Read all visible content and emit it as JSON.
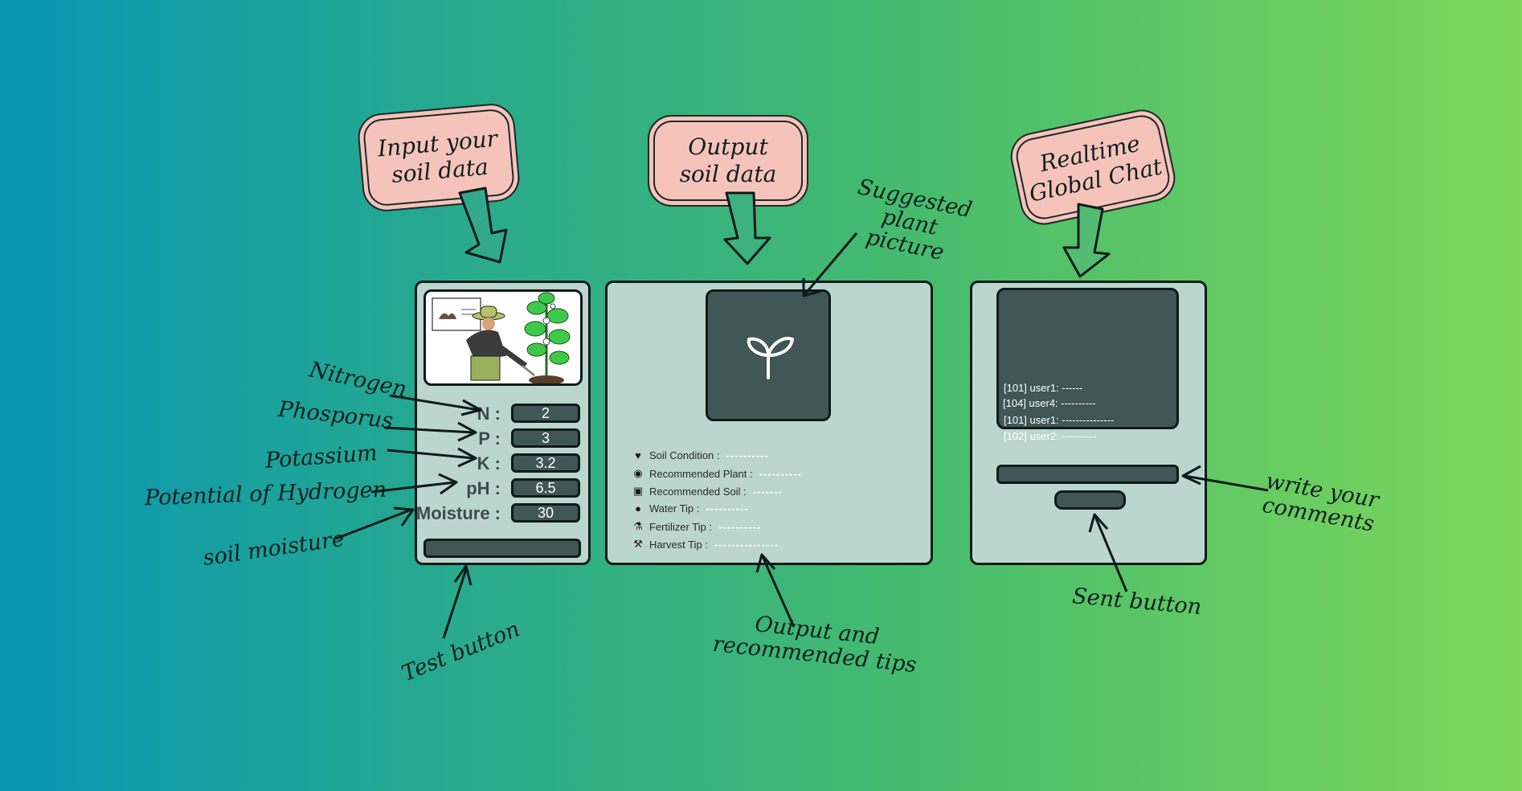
{
  "bubbles": {
    "input": "Input your\nsoil data",
    "output": "Output\nsoil data",
    "chat": "Realtime\nGlobal Chat"
  },
  "annotations": {
    "nitrogen": "Nitrogen",
    "phosphorus": "Phosporus",
    "potassium": "Potassium",
    "ph": "Potential of Hydrogen",
    "moisture": "soil moisture",
    "test_button": "Test button",
    "suggested_plant": "Suggested\nplant\npicture",
    "output_tips": "Output and\nrecommended tips",
    "write_comments": "write your\ncomments",
    "sent_button": "Sent button"
  },
  "input_panel": {
    "fields": [
      {
        "label": "N :",
        "value": "2"
      },
      {
        "label": "P :",
        "value": "3"
      },
      {
        "label": "K :",
        "value": "3.2"
      },
      {
        "label": "pH :",
        "value": "6.5"
      },
      {
        "label": "Moisture :",
        "value": "30"
      }
    ]
  },
  "output_panel": {
    "plant_icon": "sprout-icon",
    "rows": [
      {
        "icon": "heart-icon",
        "label": "Soil Condition :",
        "value": "----------"
      },
      {
        "icon": "lightbulb-icon",
        "label": "Recommended Plant :",
        "value": "----------"
      },
      {
        "icon": "soil-bag-icon",
        "label": "Recommended Soil :",
        "value": "-------"
      },
      {
        "icon": "water-drop-icon",
        "label": "Water Tip :",
        "value": "----------"
      },
      {
        "icon": "fertilizer-icon",
        "label": "Fertilizer Tip :",
        "value": "----------"
      },
      {
        "icon": "harvest-icon",
        "label": "Harvest Tip :",
        "value": "---------------"
      }
    ]
  },
  "chat_panel": {
    "messages": [
      {
        "text": "[101] user1: ------"
      },
      {
        "text": "[104] user4: ----------"
      },
      {
        "text": "[101] user1: ---------------"
      },
      {
        "text": "[102] user2: ----------"
      }
    ]
  },
  "colors": {
    "bubble": "#f6c3bb",
    "panel": "#bbd6cc",
    "dark": "#415656"
  }
}
